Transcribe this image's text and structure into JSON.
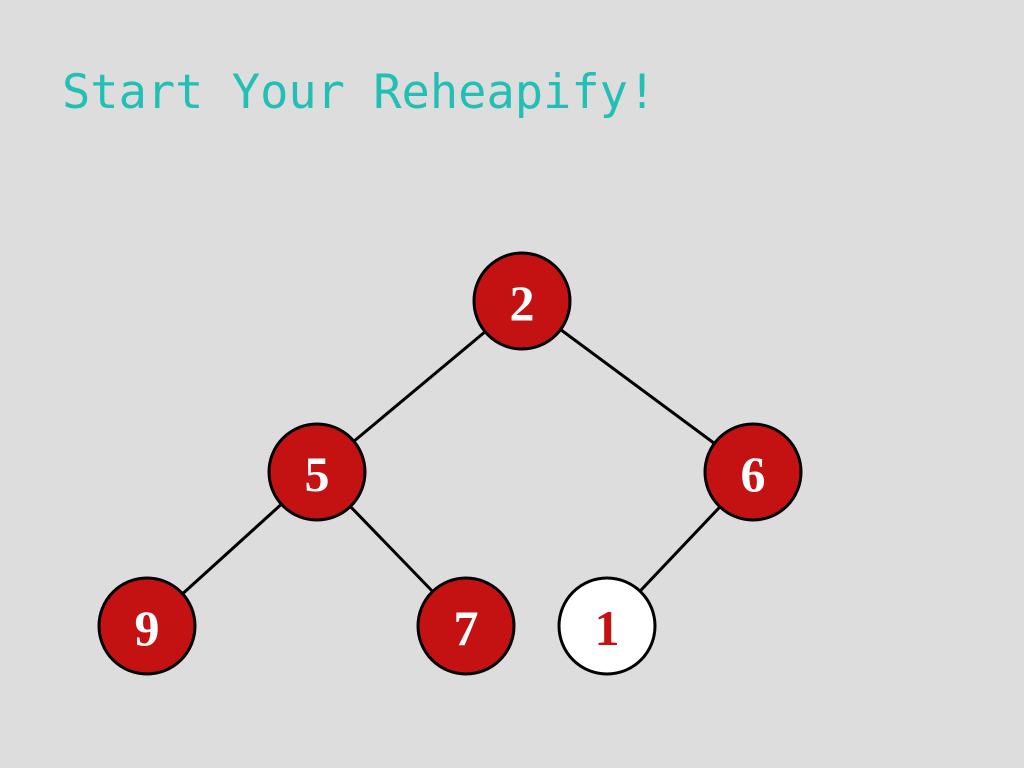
{
  "slide": {
    "title": "Start Your Reheapify!",
    "title_color": "#22bfb4"
  },
  "colors": {
    "background": "#dddddd",
    "node_fill": "#c41212",
    "node_text": "#ffffff",
    "highlight_fill": "#ffffff",
    "highlight_text": "#c41212",
    "edge": "#000000",
    "node_outline": "#000000"
  },
  "tree": {
    "nodes": [
      {
        "id": "root",
        "label": "2",
        "highlighted": false
      },
      {
        "id": "left",
        "label": "5",
        "highlighted": false
      },
      {
        "id": "right",
        "label": "6",
        "highlighted": false
      },
      {
        "id": "left-left",
        "label": "9",
        "highlighted": false
      },
      {
        "id": "left-right",
        "label": "7",
        "highlighted": false
      },
      {
        "id": "right-left",
        "label": "1",
        "highlighted": true
      }
    ],
    "edges": [
      {
        "from": "root",
        "to": "left"
      },
      {
        "from": "root",
        "to": "right"
      },
      {
        "from": "left",
        "to": "left-left"
      },
      {
        "from": "left",
        "to": "left-right"
      },
      {
        "from": "right",
        "to": "right-left"
      }
    ]
  }
}
